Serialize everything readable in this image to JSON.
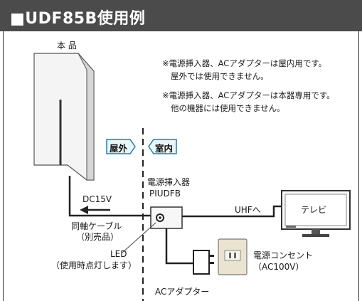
{
  "header": {
    "title": "■UDF85B使用例"
  },
  "notes": [
    "※電源挿入器、ACアダプターは屋内用です。",
    "屋外では使用できません。",
    "※電源挿入器、ACアダプターは本器専用です。",
    "他の機器には使用できません。"
  ],
  "labels": {
    "product": "本 品",
    "outdoor": "屋外",
    "indoor": "室内",
    "inserter_name": "電源挿入器",
    "inserter_model": "PIUDFB",
    "dc": "DC15V",
    "uhf": "UHFへ",
    "tv": "テレビ",
    "cable_name": "同軸ケーブル",
    "cable_note": "（別売品）",
    "led": "LED",
    "led_note": "（使用時点灯します）",
    "outlet_name": "電源コンセント",
    "outlet_note": "（AC100V）",
    "adapter": "ACアダプター"
  },
  "colors": {
    "header_bg": "#4b4b4b",
    "tag_fill": "#e8f6fb",
    "tag_border": "#1f7fb0",
    "outlet_fill": "#e9e3cf"
  }
}
